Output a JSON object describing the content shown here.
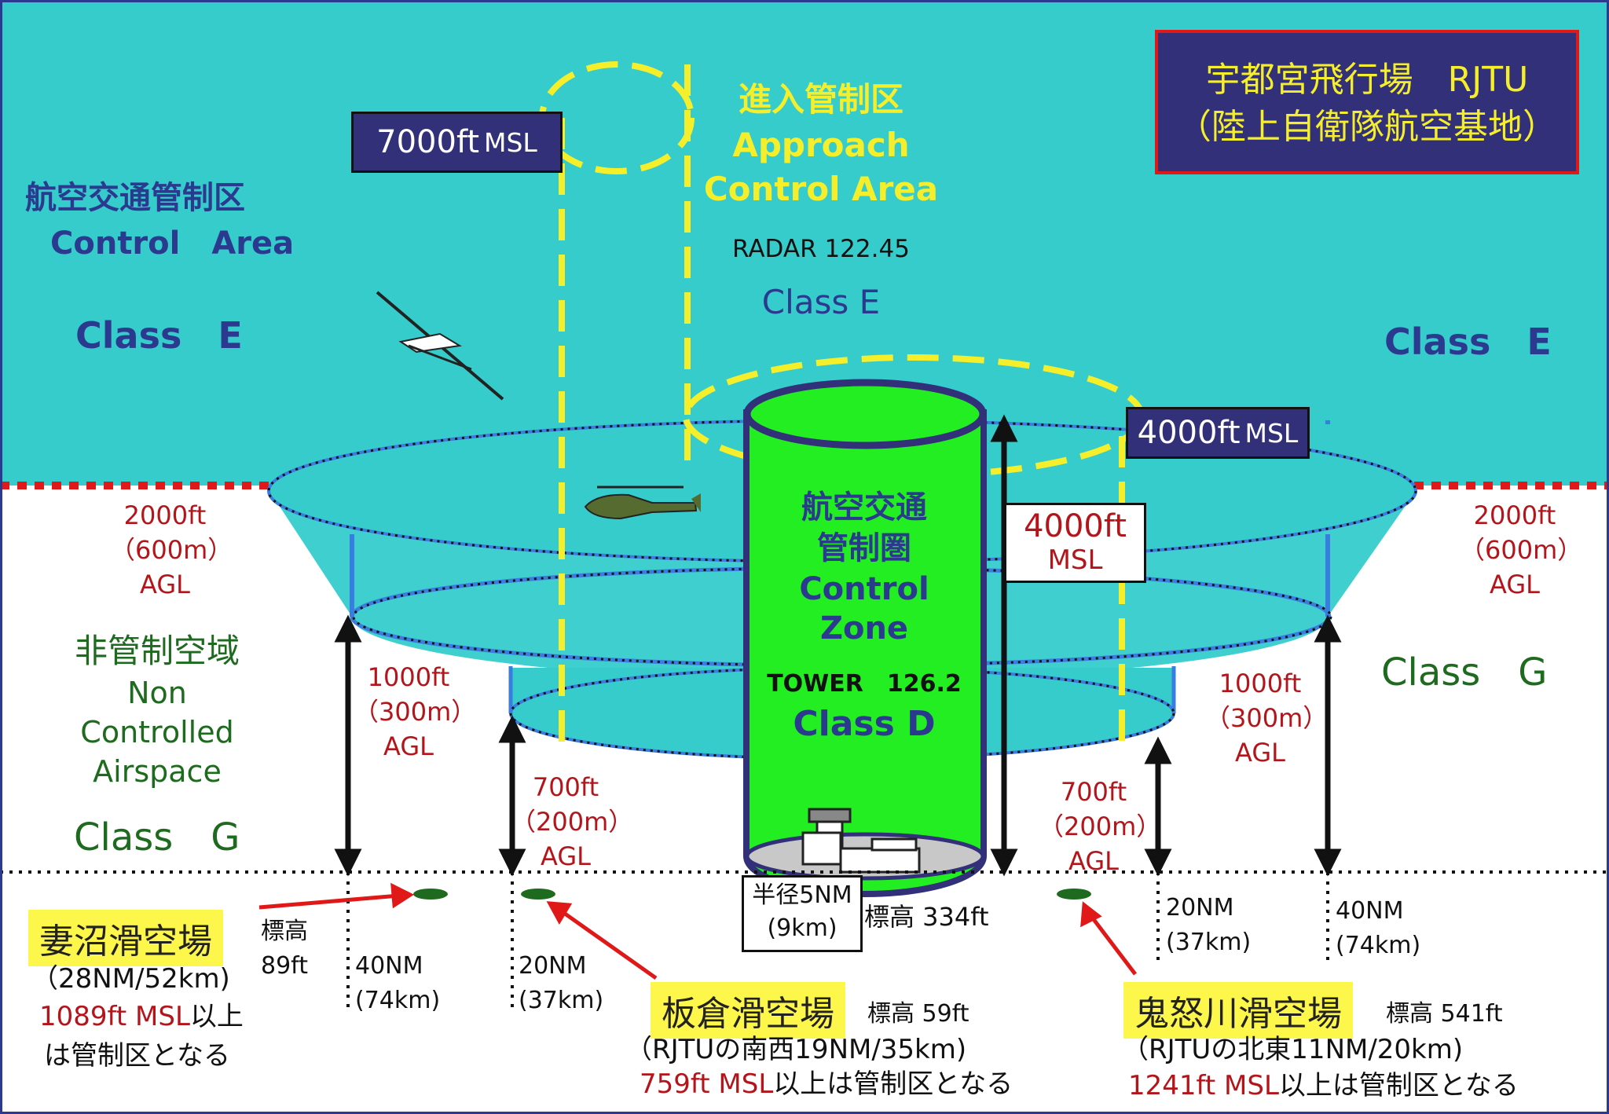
{
  "title_box": {
    "line1": "宇都宮飛行場　RJTU",
    "line2": "（陸上自衛隊航空基地）"
  },
  "control_area": {
    "jp": "航空交通管制区",
    "en": "Control　Area",
    "class_left": "Class　E",
    "class_right": "Class　E"
  },
  "approach": {
    "jp": "進入管制区",
    "en1": "Approach",
    "en2": "Control Area",
    "radar": "RADAR 122.45",
    "class": "Class E"
  },
  "box_7000": {
    "value": "7000ft",
    "unit": "MSL"
  },
  "box_4000": {
    "value": "4000ft",
    "unit": "MSL"
  },
  "tower_alt": {
    "line1": "4000ft",
    "line2": "MSL"
  },
  "control_zone": {
    "jp1": "航空交通",
    "jp2": "管制圏",
    "en1": "Control",
    "en2": "Zone",
    "tower": "TOWER　126.2",
    "class": "Class D"
  },
  "alt_left_2000": [
    "2000ft",
    "（600m）",
    "AGL"
  ],
  "alt_right_2000": [
    "2000ft",
    "（600m）",
    "AGL"
  ],
  "alt_left_1000": [
    "1000ft",
    "（300m）",
    "AGL"
  ],
  "alt_right_1000": [
    "1000ft",
    "（300m）",
    "AGL"
  ],
  "alt_left_700": [
    "700ft",
    "（200m）",
    "AGL"
  ],
  "alt_right_700": [
    "700ft",
    "（200m）",
    "AGL"
  ],
  "non_controlled": {
    "jp": "非管制空域",
    "en1": "Non",
    "en2": "Controlled",
    "en3": "Airspace",
    "class_left": "Class　G",
    "class_right": "Class　G"
  },
  "radius": {
    "line1": "半径5NM",
    "line2": "(9km)"
  },
  "rjtu_elev": "標高 334ft",
  "dist_40_left": [
    "40NM",
    "(74km)"
  ],
  "dist_20_left": [
    "20NM",
    "(37km)"
  ],
  "dist_20_right": [
    "20NM",
    "(37km)"
  ],
  "dist_40_right": [
    "40NM",
    "(74km)"
  ],
  "menuma": {
    "name": "妻沼滑空場",
    "elev1": "標高",
    "elev2": "89ft",
    "dist": "（28NM/52km)",
    "msl": "1089ft MSL",
    "msl_tail": "以上",
    "note": "は管制区となる"
  },
  "itakura": {
    "name": "板倉滑空場",
    "elev": "標高 59ft",
    "dist": "（RJTUの南西19NM/35km)",
    "msl": "759ft MSL",
    "note": "以上は管制区となる"
  },
  "kinugawa": {
    "name": "鬼怒川滑空場",
    "elev": "標高 541ft",
    "dist": "（RJTUの北東11NM/20km)",
    "msl": "1241ft MSL",
    "note": "以上は管制区となる"
  },
  "colors": {
    "sky": "#36cccc",
    "frame": "#2b3a8f",
    "zone": "#22ee22",
    "dash_yellow": "#f5ee2a",
    "alt_red": "#b3151b",
    "class_g": "#1e6a1e",
    "dark_box": "#33307a"
  }
}
